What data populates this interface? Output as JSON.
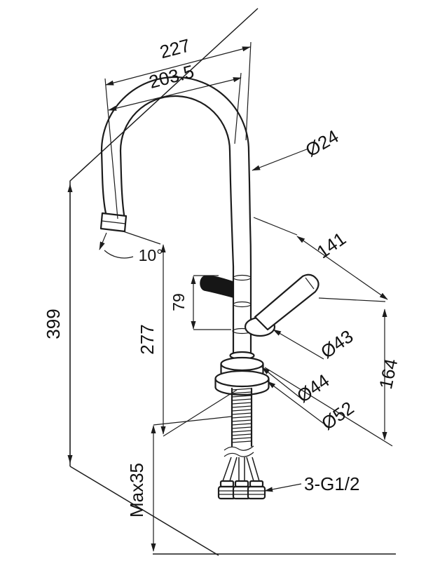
{
  "page": {
    "background": "#ffffff",
    "line_color": "#1c1c1c"
  },
  "dims": {
    "overall_reach": "227",
    "spout_reach": "203.5",
    "spout_tube_diameter": "Ø24",
    "handle_reach": "141",
    "valve_height": "79",
    "overall_height": "399",
    "spout_height": "277",
    "spout_angle": "10°",
    "handle_base_diameter": "Ø43",
    "right_depth": "164",
    "base_diameter_small": "Ø44",
    "base_diameter_large": "Ø52",
    "max_counter_thickness": "Max35",
    "hose_connection": "3-G1/2"
  }
}
